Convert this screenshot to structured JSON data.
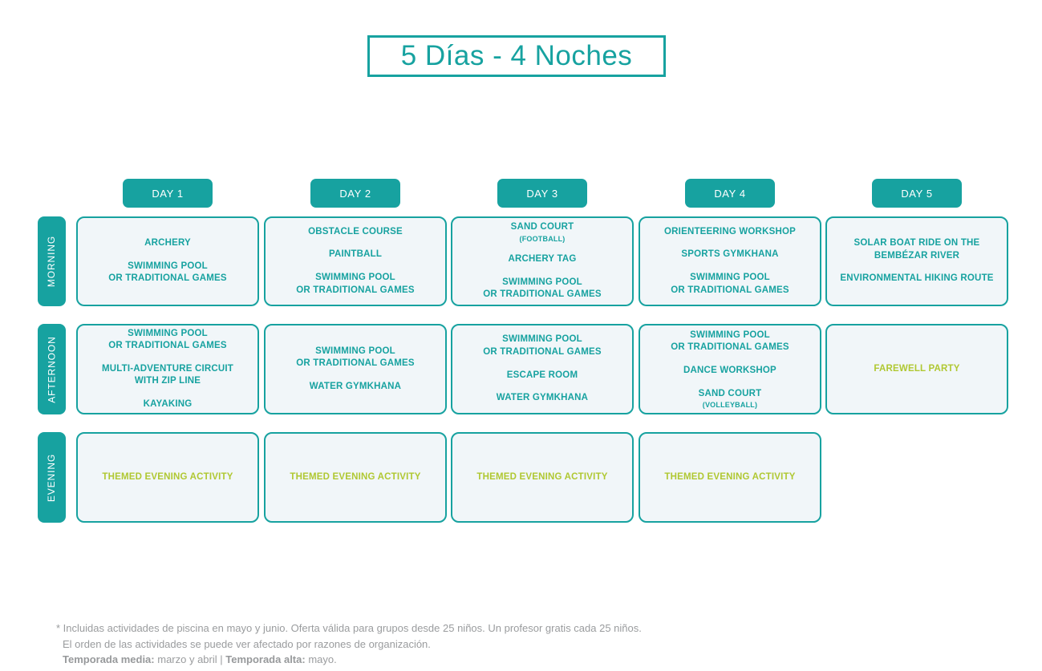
{
  "title": "5 Días - 4 Noches",
  "colors": {
    "teal": "#17a2a0",
    "lime": "#b0c832",
    "cell_background": "#f1f6f9",
    "footnote_gray": "#9a9c9e"
  },
  "days": [
    "DAY 1",
    "DAY 2",
    "DAY 3",
    "DAY 4",
    "DAY 5"
  ],
  "row_labels": {
    "morning": "MORNING",
    "afternoon": "AFTERNOON",
    "evening": "EVENING"
  },
  "schedule": {
    "morning": {
      "day1": {
        "a0": "ARCHERY",
        "a1": "SWIMMING POOL\nOR TRADITIONAL GAMES"
      },
      "day2": {
        "a0": "OBSTACLE COURSE",
        "a1": "PAINTBALL",
        "a2": "SWIMMING POOL\nOR TRADITIONAL GAMES"
      },
      "day3": {
        "a0": "SAND COURT",
        "a0sub": "(FOOTBALL)",
        "a1": "ARCHERY TAG",
        "a2": "SWIMMING POOL\nOR TRADITIONAL GAMES"
      },
      "day4": {
        "a0": "ORIENTEERING WORKSHOP",
        "a1": "SPORTS GYMKHANA",
        "a2": "SWIMMING POOL\nOR TRADITIONAL GAMES"
      },
      "day5": {
        "a0": "SOLAR BOAT RIDE ON THE\nBEMBÉZAR RIVER",
        "a1": "ENVIRONMENTAL HIKING ROUTE"
      }
    },
    "afternoon": {
      "day1": {
        "a0": "SWIMMING POOL\nOR TRADITIONAL GAMES",
        "a1": "MULTI-ADVENTURE CIRCUIT\nWITH ZIP LINE",
        "a2": "KAYAKING"
      },
      "day2": {
        "a0": "SWIMMING POOL\nOR TRADITIONAL GAMES",
        "a1": "WATER GYMKHANA"
      },
      "day3": {
        "a0": "SWIMMING POOL\nOR TRADITIONAL GAMES",
        "a1": "ESCAPE ROOM",
        "a2": "WATER GYMKHANA"
      },
      "day4": {
        "a0": "SWIMMING POOL\nOR TRADITIONAL GAMES",
        "a1": "DANCE WORKSHOP",
        "a2": "SAND COURT",
        "a2sub": "(VOLLEYBALL)"
      },
      "day5": {
        "a0": "FAREWELL PARTY"
      }
    },
    "evening": {
      "day1": {
        "a0": "THEMED EVENING ACTIVITY"
      },
      "day2": {
        "a0": "THEMED EVENING ACTIVITY"
      },
      "day3": {
        "a0": "THEMED EVENING ACTIVITY"
      },
      "day4": {
        "a0": "THEMED EVENING ACTIVITY"
      }
    }
  },
  "footnote": {
    "line1": "* Incluidas actividades de piscina en mayo y junio. Oferta válida para grupos desde 25 niños. Un profesor gratis cada 25 niños.",
    "line2": "El orden de las actividades se puede ver afectado por razones de organización.",
    "line3_bold1": "Temporada media:",
    "line3_text1": " marzo y abril | ",
    "line3_bold2": "Temporada alta:",
    "line3_text2": " mayo."
  }
}
